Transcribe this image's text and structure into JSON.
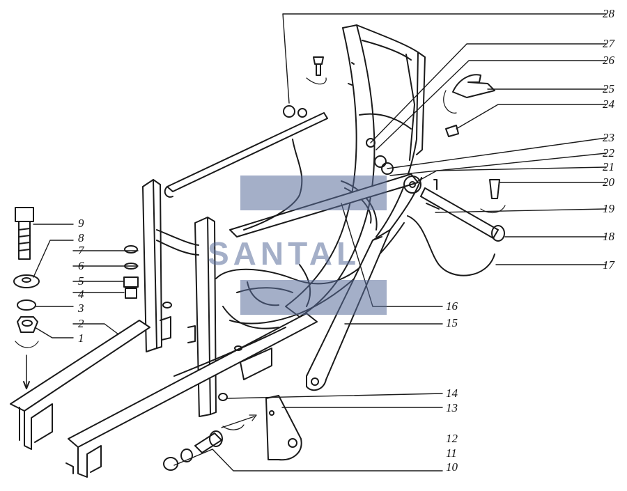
{
  "figure": {
    "callouts": [
      {
        "id": "28",
        "label": "28"
      },
      {
        "id": "27",
        "label": "27"
      },
      {
        "id": "26",
        "label": "26"
      },
      {
        "id": "25",
        "label": "25"
      },
      {
        "id": "24",
        "label": "24"
      },
      {
        "id": "23",
        "label": "23"
      },
      {
        "id": "22",
        "label": "22"
      },
      {
        "id": "21",
        "label": "21"
      },
      {
        "id": "20",
        "label": "20"
      },
      {
        "id": "19",
        "label": "19"
      },
      {
        "id": "18",
        "label": "18"
      },
      {
        "id": "17",
        "label": "17"
      },
      {
        "id": "16",
        "label": "16"
      },
      {
        "id": "15",
        "label": "15"
      },
      {
        "id": "14",
        "label": "14"
      },
      {
        "id": "13",
        "label": "13"
      },
      {
        "id": "12",
        "label": "12"
      },
      {
        "id": "11",
        "label": "11"
      },
      {
        "id": "10",
        "label": "10"
      },
      {
        "id": "9",
        "label": "9"
      },
      {
        "id": "8",
        "label": "8"
      },
      {
        "id": "7",
        "label": "7"
      },
      {
        "id": "6",
        "label": "6"
      },
      {
        "id": "5",
        "label": "5"
      },
      {
        "id": "4",
        "label": "4"
      },
      {
        "id": "3",
        "label": "3"
      },
      {
        "id": "2",
        "label": "2"
      },
      {
        "id": "1",
        "label": "1"
      }
    ],
    "watermark": {
      "text": "SANTAL",
      "color": "#5a6e9c"
    },
    "line_color": "#1a1a1a"
  }
}
